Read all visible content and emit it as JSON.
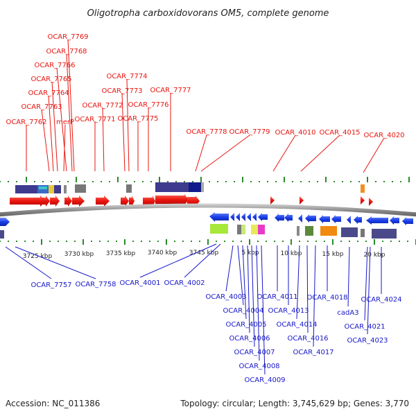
{
  "title": "Oligotropha carboxidovorans OM5, complete genome",
  "footer": {
    "accession": "Accession: NC_011386",
    "summary": "Topology: circular; Length: 3,745,629 bp; Genes: 3,770"
  },
  "scale_labels": [
    "3725 kbp",
    "3730 kbp",
    "3735 kbp",
    "3740 kbp",
    "3745 kbp",
    "5 kbp",
    "10 kbp",
    "15 kbp",
    "20 kbp"
  ],
  "top_gene_labels": [
    "OCAR_7769",
    "OCAR_7768",
    "OCAR_7766",
    "OCAR_7765",
    "OCAR_7764",
    "OCAR_7763",
    "OCAR_7762",
    "merP",
    "OCAR_7774",
    "OCAR_7773",
    "OCAR_7777",
    "OCAR_7772",
    "OCAR_7776",
    "OCAR_7771",
    "OCAR_7775",
    "OCAR_7778",
    "OCAR_7779",
    "OCAR_4010",
    "OCAR_4015",
    "OCAR_4020"
  ],
  "bottom_gene_labels": [
    "OCAR_7757",
    "OCAR_7758",
    "OCAR_4001",
    "OCAR_4002",
    "OCAR_4003",
    "OCAR_4004",
    "OCAR_4005",
    "OCAR_4006",
    "OCAR_4007",
    "OCAR_4008",
    "OCAR_4009",
    "OCAR_4011",
    "OCAR_4013",
    "OCAR_4014",
    "OCAR_4016",
    "OCAR_4017",
    "OCAR_4018",
    "cadA3",
    "OCAR_4021",
    "OCAR_4023",
    "OCAR_4024"
  ],
  "colors": {
    "forward_gene": "#e8140e",
    "reverse_gene": "#1a3ee8",
    "top_label": "#e8140e",
    "bottom_label": "#1616c8",
    "tick": "#2a8a2a",
    "backbone": "#888888"
  }
}
